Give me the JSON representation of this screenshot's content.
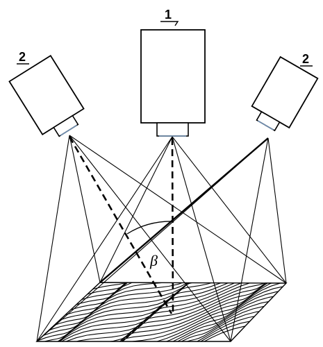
{
  "labels": {
    "center_camera": "1",
    "left_camera": "2",
    "right_camera": "2",
    "angle": "β"
  },
  "colors": {
    "stroke": "#000000",
    "lens_outline": "#6f8fb3",
    "background": "#ffffff"
  }
}
